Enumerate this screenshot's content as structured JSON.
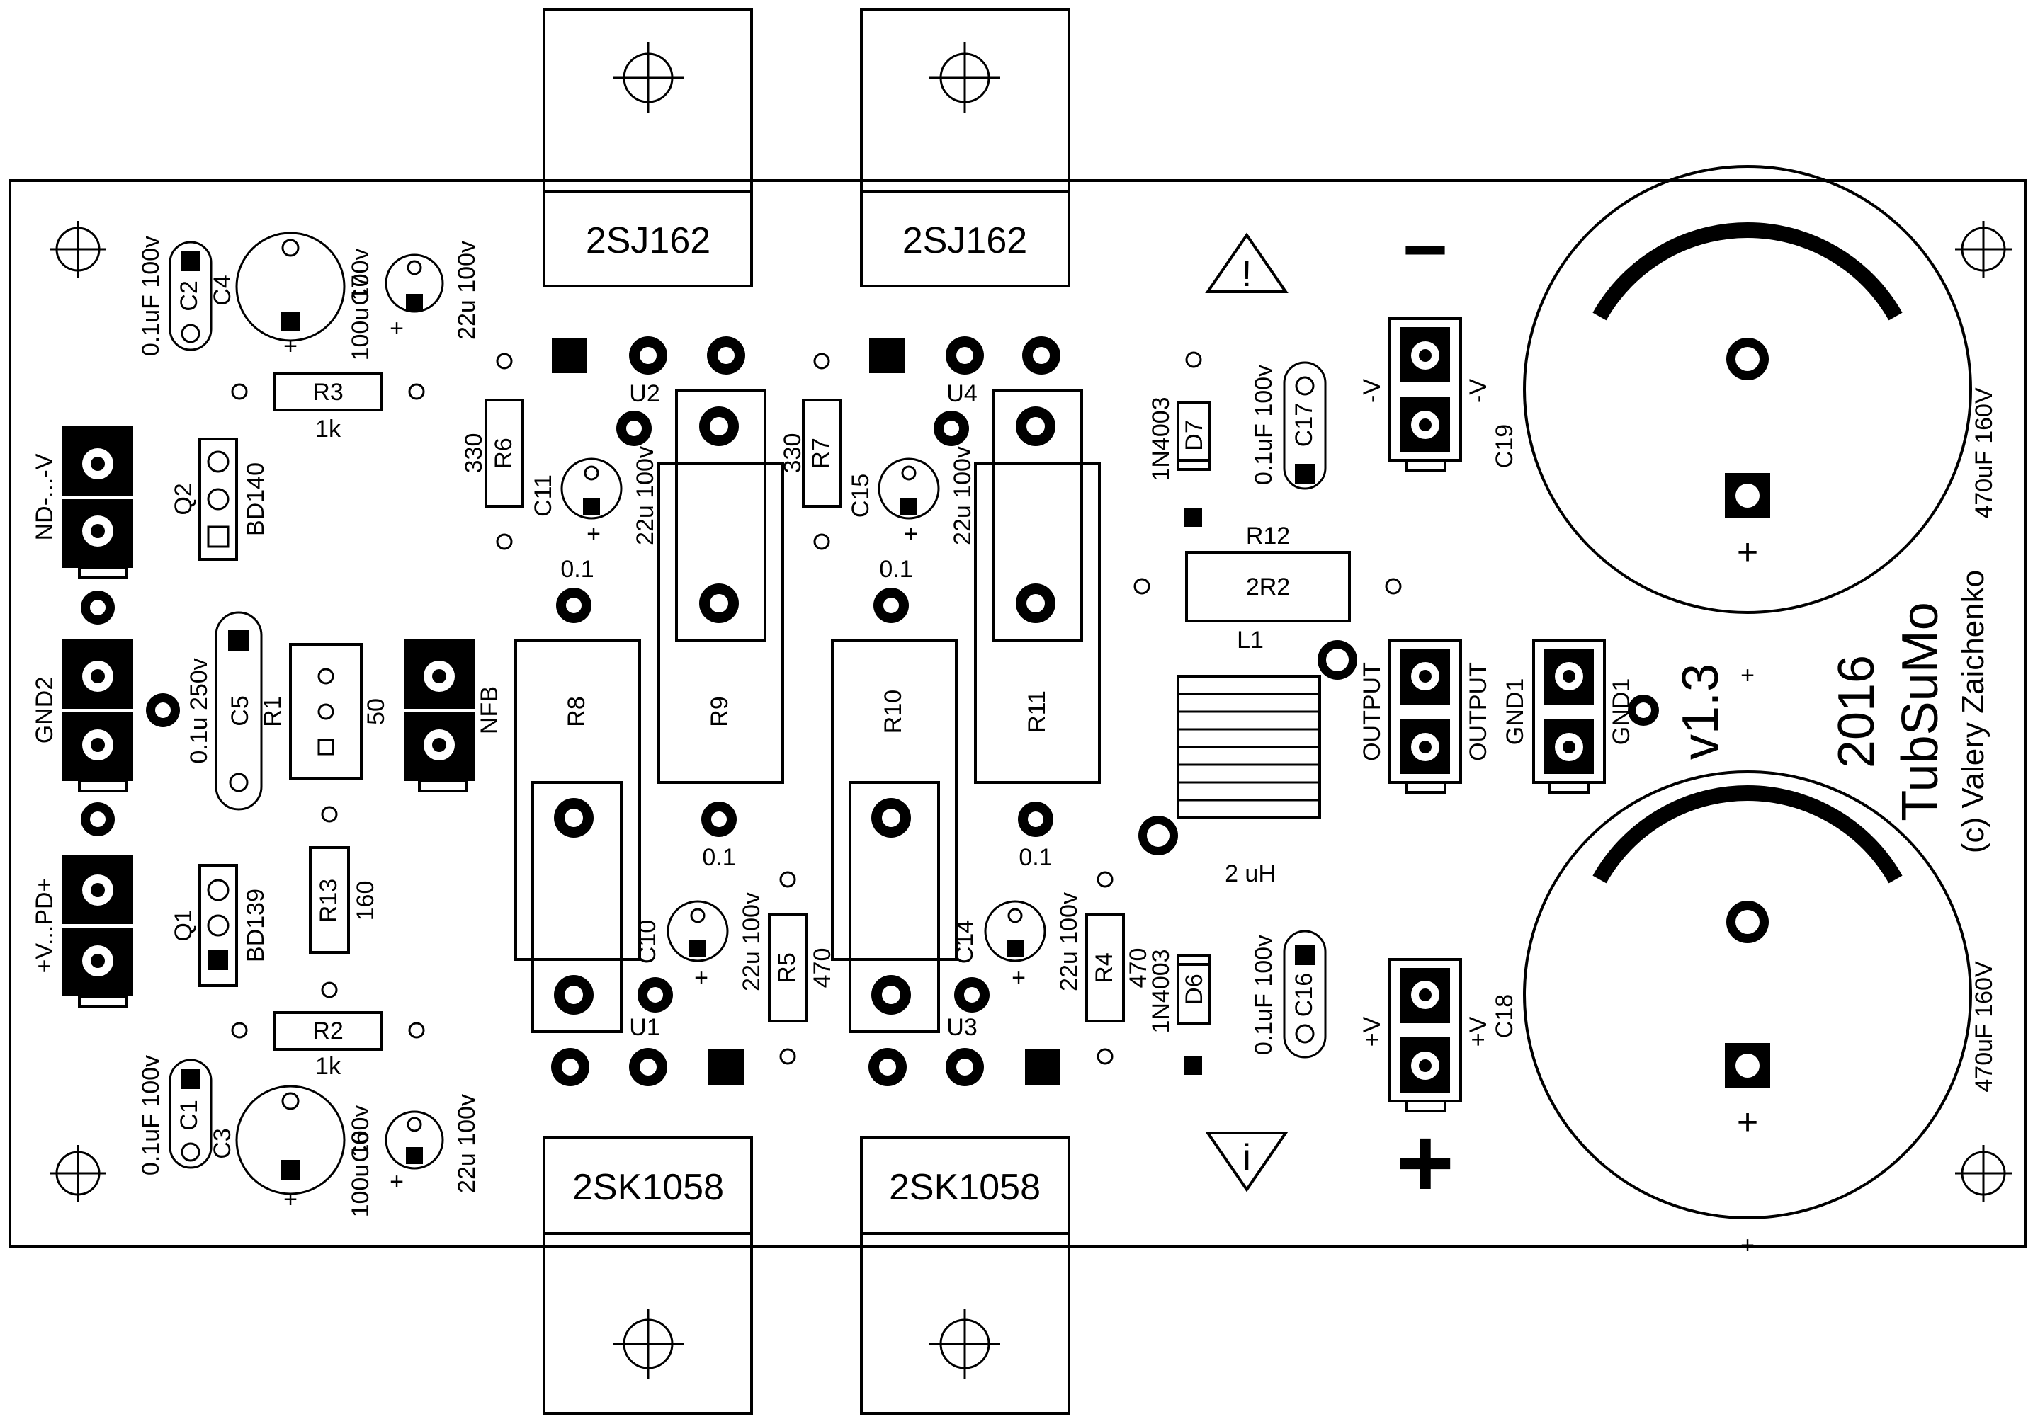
{
  "board": {
    "title": "TubSuMo",
    "year": "2016",
    "version": "v1.3",
    "author": "(c) Valery Zaichenko"
  },
  "transistors": {
    "top_left": "2SJ162",
    "top_right": "2SJ162",
    "bottom_left": "2SK1058",
    "bottom_right": "2SK1058"
  },
  "connectors": {
    "nd_minus": "ND-...-V",
    "gnd2": "GND2",
    "v_pd_plus": "+V...PD+",
    "nfb": "NFB",
    "output_a": "OUTPUT",
    "output_b": "OUTPUT",
    "gnd1_a": "GND1",
    "gnd1_b": "GND1",
    "neg_v_a": "-V",
    "neg_v_b": "-V",
    "pos_v_a": "+V",
    "pos_v_b": "+V"
  },
  "components": {
    "r3": "R3",
    "r3_val": "1k",
    "r2": "R2",
    "r2_val": "1k",
    "r6": "R6",
    "r6_val": "330",
    "r7": "R7",
    "r7_val": "330",
    "r5": "R5",
    "r5_val": "470",
    "r4": "R4",
    "r4_val": "470",
    "r1": "R1",
    "r1_val": "50",
    "r13": "R13",
    "r13_val": "160",
    "r8": "R8",
    "r9": "R9",
    "r10": "R10",
    "r11": "R11",
    "r_emitter_val": "0.1",
    "r12": "R12",
    "r12_val": "2R2",
    "l1": "L1",
    "l1_val": "2 uH",
    "q1": "Q1",
    "q1_val": "BD139",
    "q2": "Q2",
    "q2_val": "BD140",
    "c1": "C1",
    "c2": "C2",
    "c3": "C3",
    "c4": "C4",
    "c5": "C5",
    "c5_val": "0.1u 250v",
    "c6": "C6",
    "c7": "C7",
    "c10": "C10",
    "c11": "C11",
    "c14": "C14",
    "c15": "C15",
    "c16": "C16",
    "c17": "C17",
    "c18": "C18",
    "c19": "C19",
    "film_cap_val": "0.1uF 100v",
    "elec_100_val": "100u 100v",
    "elec_22_val": "22u 100v",
    "bulk_cap_val": "470uF 160V",
    "d6": "D6",
    "d7": "D7",
    "diode_val": "1N4003",
    "u1": "U1",
    "u2": "U2",
    "u3": "U3",
    "u4": "U4"
  },
  "markings": {
    "plus": "+",
    "minus": "−",
    "warn_excl": "!",
    "warn_info": "i"
  }
}
